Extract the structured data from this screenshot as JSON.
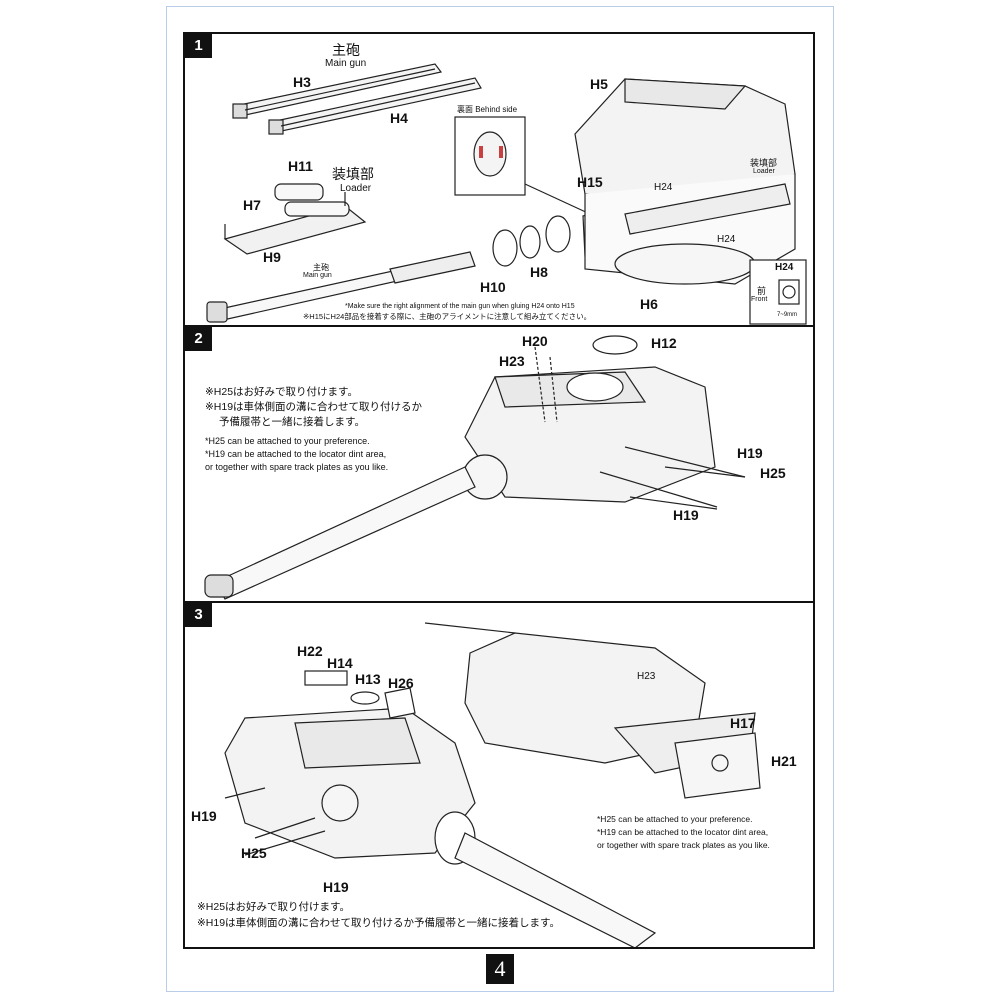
{
  "page_number": "4",
  "step1": {
    "number": "1",
    "main_gun_jp": "主砲",
    "main_gun_en": "Main gun",
    "loader_jp": "装填部",
    "loader_en": "Loader",
    "behind_side": "裏面 Behind side",
    "loader_small_jp": "装填部",
    "loader_small_en": "Loader",
    "main_gun_small_jp": "主砲",
    "main_gun_small_en": "Main gun",
    "front_jp": "前",
    "front_en": "Front",
    "dim": "7~9mm",
    "note_en": "*Make sure the right alignment of the main gun when gluing H24 onto H15",
    "note_jp": "※H15にH24部品を接着する際に、主砲のアライメントに注意して組み立てください。",
    "parts": {
      "h3": "H3",
      "h4": "H4",
      "h5": "H5",
      "h6": "H6",
      "h7": "H7",
      "h8": "H8",
      "h9": "H9",
      "h10": "H10",
      "h11": "H11",
      "h15": "H15",
      "h24a": "H24",
      "h24b": "H24",
      "h24c": "H24"
    }
  },
  "step2": {
    "number": "2",
    "note_jp_1": "※H25はお好みで取り付けます。",
    "note_jp_2": "※H19は車体側面の溝に合わせて取り付けるか",
    "note_jp_3": "予備履帯と一緒に接着します。",
    "note_en_1": "*H25 can be attached to your preference.",
    "note_en_2": "*H19 can be attached to the locator dint area,",
    "note_en_3": "or together with spare track plates as you like.",
    "parts": {
      "h20": "H20",
      "h12": "H12",
      "h23": "H23",
      "h19a": "H19",
      "h25": "H25",
      "h19b": "H19"
    }
  },
  "step3": {
    "number": "3",
    "note_en_1": "*H25 can be attached to your preference.",
    "note_en_2": "*H19 can be attached to the locator dint area,",
    "note_en_3": "or together with spare track plates as you like.",
    "note_jp_1": "※H25はお好みで取り付けます。",
    "note_jp_2": "※H19は車体側面の溝に合わせて取り付けるか予備履帯と一緒に接着します。",
    "parts": {
      "h22": "H22",
      "h14": "H14",
      "h13": "H13",
      "h26": "H26",
      "h23": "H23",
      "h17": "H17",
      "h21": "H21",
      "h19a": "H19",
      "h25": "H25",
      "h19b": "H19"
    }
  }
}
